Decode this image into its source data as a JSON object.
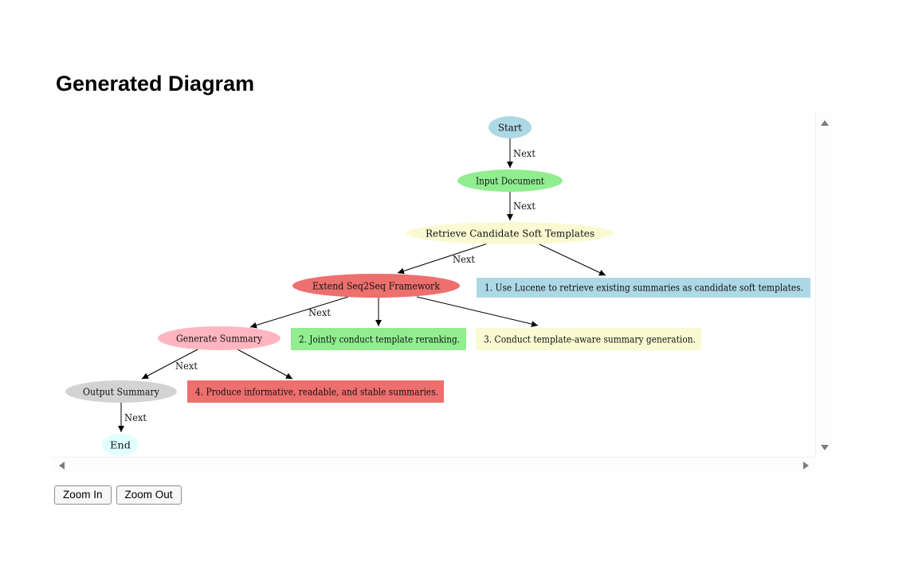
{
  "header": {
    "title": "Generated Diagram"
  },
  "toolbar": {
    "zoom_in_label": "Zoom In",
    "zoom_out_label": "Zoom Out"
  },
  "diagram": {
    "background": "#ffffff",
    "nodes": {
      "start": {
        "label": "Start",
        "shape": "ellipse",
        "fill": "#add8e6"
      },
      "input_document": {
        "label": "Input Document",
        "shape": "ellipse",
        "fill": "#90ee90"
      },
      "retrieve_templates": {
        "label": "Retrieve Candidate Soft Templates",
        "shape": "ellipse",
        "fill": "#fafad2"
      },
      "extend_framework": {
        "label": "Extend Seq2Seq Framework",
        "shape": "ellipse",
        "fill": "#ed6f6e"
      },
      "note1": {
        "label": "1. Use Lucene to retrieve existing summaries as candidate soft templates.",
        "shape": "rect",
        "fill": "#add8e6"
      },
      "generate_summary": {
        "label": "Generate Summary",
        "shape": "ellipse",
        "fill": "#ffb6c1"
      },
      "note2": {
        "label": "2. Jointly conduct template reranking.",
        "shape": "rect",
        "fill": "#90ee90"
      },
      "note3": {
        "label": "3. Conduct template-aware summary generation.",
        "shape": "rect",
        "fill": "#fafad2"
      },
      "output_summary": {
        "label": "Output Summary",
        "shape": "ellipse",
        "fill": "#d3d3d3"
      },
      "note4": {
        "label": "4. Produce informative, readable, and stable summaries.",
        "shape": "rect",
        "fill": "#ed6f6e"
      },
      "end": {
        "label": "End",
        "shape": "ellipse",
        "fill": "#e0ffff"
      }
    },
    "edges": [
      {
        "from": "Start",
        "to": "Input Document",
        "label": "Next"
      },
      {
        "from": "Input Document",
        "to": "Retrieve Candidate Soft Templates",
        "label": "Next"
      },
      {
        "from": "Retrieve Candidate Soft Templates",
        "to": "Extend Seq2Seq Framework",
        "label": "Next"
      },
      {
        "from": "Retrieve Candidate Soft Templates",
        "to": "note1",
        "label": ""
      },
      {
        "from": "Extend Seq2Seq Framework",
        "to": "Generate Summary",
        "label": "Next"
      },
      {
        "from": "Extend Seq2Seq Framework",
        "to": "note2",
        "label": ""
      },
      {
        "from": "Extend Seq2Seq Framework",
        "to": "note3",
        "label": ""
      },
      {
        "from": "Generate Summary",
        "to": "Output Summary",
        "label": "Next"
      },
      {
        "from": "Generate Summary",
        "to": "note4",
        "label": ""
      },
      {
        "from": "Output Summary",
        "to": "End",
        "label": "Next"
      }
    ]
  }
}
